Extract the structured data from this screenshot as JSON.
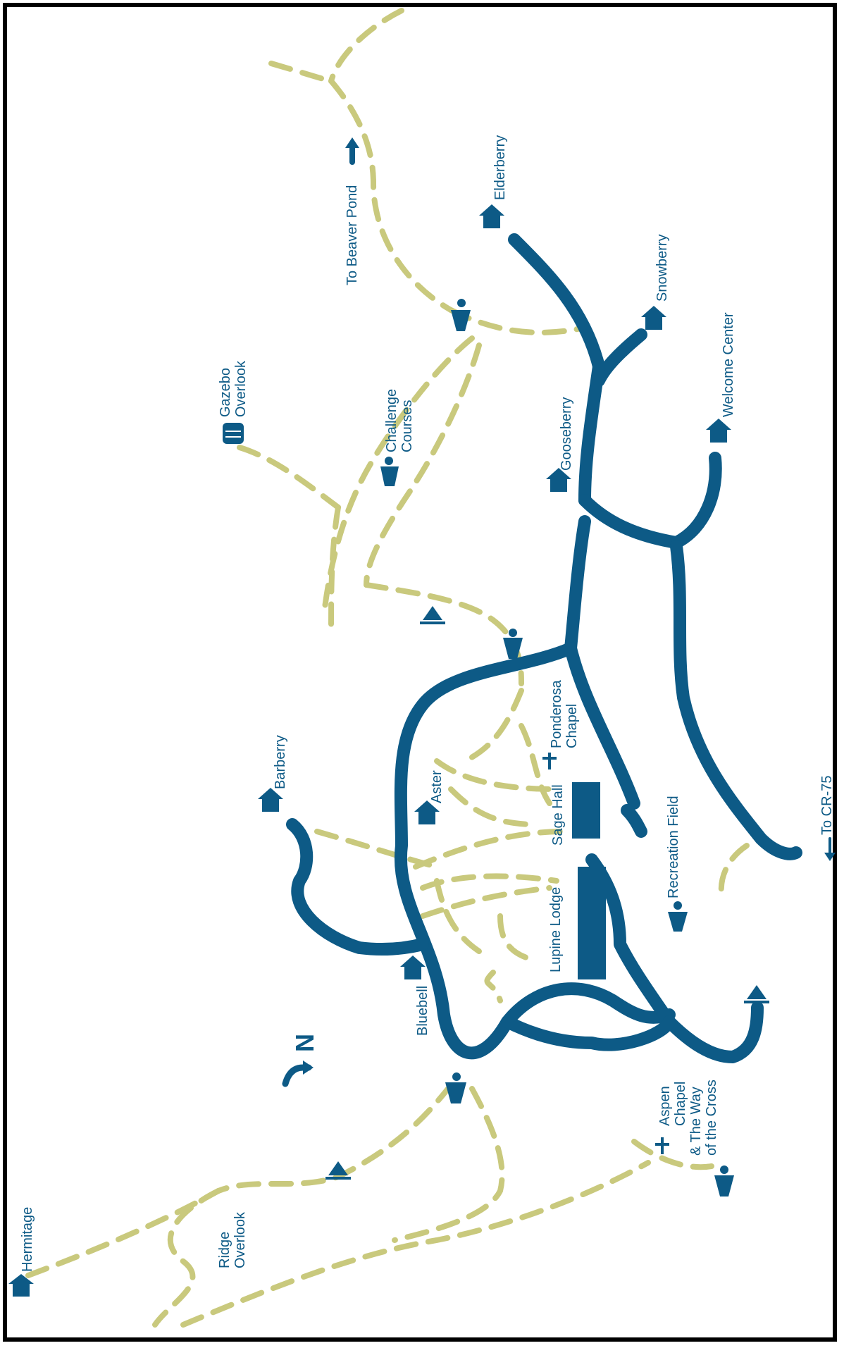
{
  "map": {
    "colors": {
      "road": "#0d5a86",
      "trail": "#c9c97d",
      "label": "#0d5a86",
      "frame": "#000000",
      "background": "#ffffff"
    },
    "compass": {
      "letter": "N",
      "arrow_icon": "arrow-right-icon"
    },
    "labels": {
      "hermitage": "Hermitage",
      "ridge_overlook_1": "Ridge",
      "ridge_overlook_2": "Overlook",
      "bluebell": "Bluebell",
      "lupine_lodge": "Lupine Lodge",
      "aspen_chapel_1": "Aspen",
      "aspen_chapel_2": "Chapel",
      "aspen_chapel_3": "& The Way",
      "aspen_chapel_4": "of the Cross",
      "recreation_field": "Recreation Field",
      "barberry": "Barberry",
      "aster": "Aster",
      "sage_hall": "Sage Hall",
      "ponderosa_chapel_1": "Ponderosa",
      "ponderosa_chapel_2": "Chapel",
      "to_cr75": "To CR-75",
      "gazebo_overlook_1": "Gazebo",
      "gazebo_overlook_2": "Overlook",
      "challenge_courses_1": "Challenge",
      "challenge_courses_2": "Courses",
      "gooseberry": "Gooseberry",
      "welcome_center": "Welcome Center",
      "snowberry": "Snowberry",
      "elderberry": "Elderberry",
      "to_beaver_pond": "To Beaver Pond"
    }
  }
}
